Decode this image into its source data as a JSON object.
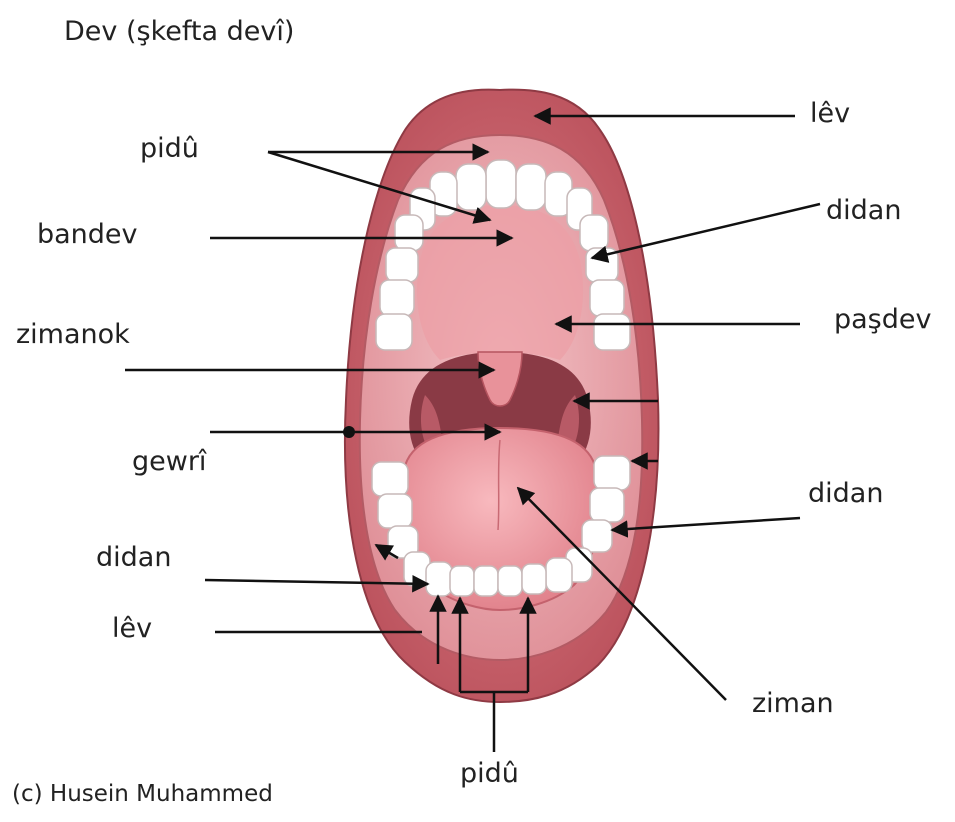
{
  "title": "Dev (şkefta devî)",
  "credit": "(c) Husein Muhammed",
  "labels": {
    "lev_top": "lêv",
    "pidu_top": "pidû",
    "bandev": "bandev",
    "didan_upper_right": "didan",
    "pasdev": "paşdev",
    "zimanok": "zimanok",
    "gewri": "gewrî",
    "didan_lower_right": "didan",
    "didan_lower_left": "didan",
    "lev_bottom": "lêv",
    "ziman": "ziman",
    "pidu_bottom": "pidû"
  },
  "colors": {
    "lip": "#cf6b73",
    "lip_dark": "#a9444e",
    "cavity": "#e9a7ad",
    "throat": "#8a3a45",
    "tongue": "#ef9aa2",
    "tooth": "#ffffff",
    "arrow": "#111111"
  }
}
